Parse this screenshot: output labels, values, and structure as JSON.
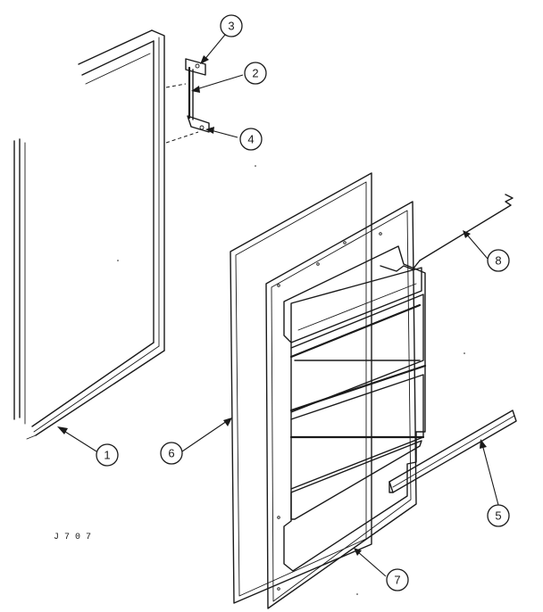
{
  "callouts": [
    {
      "id": "1",
      "label": "1"
    },
    {
      "id": "2",
      "label": "2"
    },
    {
      "id": "3",
      "label": "3"
    },
    {
      "id": "4",
      "label": "4"
    },
    {
      "id": "5",
      "label": "5"
    },
    {
      "id": "6",
      "label": "6"
    },
    {
      "id": "7",
      "label": "7"
    },
    {
      "id": "8",
      "label": "8"
    }
  ],
  "drawing_code": "J 7 0 7",
  "colors": {
    "ink": "#1a1a1a",
    "paper": "#ffffff"
  }
}
